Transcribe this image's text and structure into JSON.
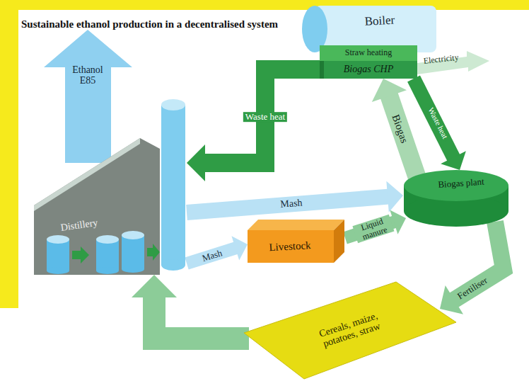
{
  "diagram": {
    "title": "Sustainable ethanol production in a decentralised system",
    "nodes": [
      {
        "text": [
          "Ethanol E85"
        ]
      },
      {
        "text": [
          "Distillery"
        ]
      },
      {
        "text": [
          "Boiler"
        ]
      },
      {
        "text": [
          "Straw heating"
        ]
      },
      {
        "text": [
          "Biogas CHP"
        ]
      },
      {
        "text": [
          "Biogas plant"
        ]
      },
      {
        "text": [
          "Livestock"
        ]
      },
      {
        "text": [
          "Cereals, maize, potatoes, straw"
        ]
      }
    ],
    "edges": [
      {
        "from": 1,
        "to": 5,
        "label": "Mash",
        "arrow": "to"
      },
      {
        "from": 1,
        "to": 6,
        "label": "Mash",
        "arrow": "to"
      },
      {
        "from": 6,
        "to": 5,
        "label": "Liquid manure",
        "arrow": "to"
      },
      {
        "from": 5,
        "to": 4,
        "label": "Biogas",
        "arrow": "to"
      },
      {
        "from": 4,
        "to": 1,
        "label": "Waste heat",
        "arrow": "to"
      },
      {
        "from": 4,
        "to": 5,
        "label": "Waste heat",
        "arrow": "to"
      },
      {
        "from": 5,
        "to": 7,
        "label": "Fertiliser",
        "arrow": "to"
      },
      {
        "from": 7,
        "to": 1,
        "arrow": "to"
      }
    ],
    "labels": [
      "Electricity"
    ]
  }
}
